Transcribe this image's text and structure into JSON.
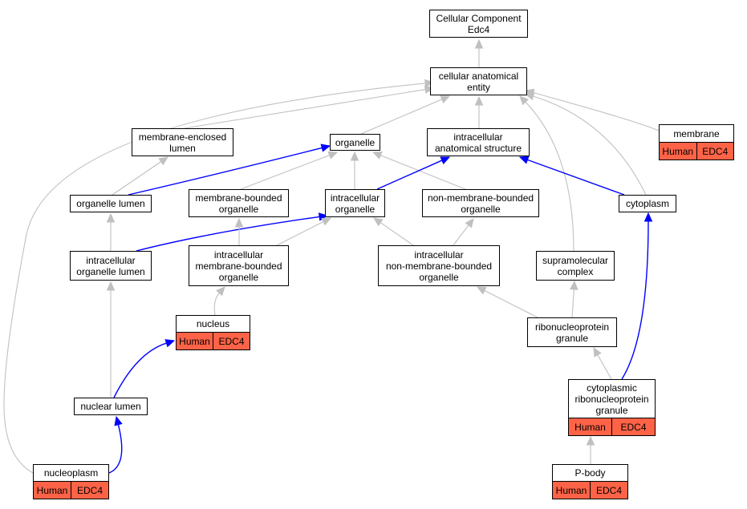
{
  "diagram": {
    "title": "Cellular Component\nEdc4",
    "nodes": {
      "root": {
        "label": "Cellular Component\nEdc4"
      },
      "cae": {
        "label": "cellular anatomical\nentity"
      },
      "mel": {
        "label": "membrane-enclosed\nlumen"
      },
      "organelle": {
        "label": "organelle"
      },
      "ias": {
        "label": "intracellular\nanatomical structure"
      },
      "membrane": {
        "label": "membrane",
        "annotation": [
          "Human",
          "EDC4"
        ]
      },
      "olumen": {
        "label": "organelle lumen"
      },
      "mbo": {
        "label": "membrane-bounded\norganelle"
      },
      "io": {
        "label": "intracellular\norganelle"
      },
      "nmbo": {
        "label": "non-membrane-bounded\norganelle"
      },
      "cytoplasm": {
        "label": "cytoplasm"
      },
      "iol": {
        "label": "intracellular\norganelle lumen"
      },
      "imbo": {
        "label": "intracellular\nmembrane-bounded\norganelle"
      },
      "inmbo": {
        "label": "intracellular\nnon-membrane-bounded\norganelle"
      },
      "supra": {
        "label": "supramolecular\ncomplex"
      },
      "nucleus": {
        "label": "nucleus",
        "annotation": [
          "Human",
          "EDC4"
        ]
      },
      "rnpg": {
        "label": "ribonucleoprotein\ngranule"
      },
      "nlumen": {
        "label": "nuclear lumen"
      },
      "crnpg": {
        "label": "cytoplasmic\nribonucleoprotein\ngranule",
        "annotation": [
          "Human",
          "EDC4"
        ]
      },
      "nucleoplasm": {
        "label": "nucleoplasm",
        "annotation": [
          "Human",
          "EDC4"
        ]
      },
      "pbody": {
        "label": "P-body",
        "annotation": [
          "Human",
          "EDC4"
        ]
      }
    },
    "edges": [
      {
        "from": "cae",
        "to": "root",
        "kind": "is_a"
      },
      {
        "from": "mel",
        "to": "cae",
        "kind": "is_a"
      },
      {
        "from": "organelle",
        "to": "cae",
        "kind": "is_a"
      },
      {
        "from": "ias",
        "to": "cae",
        "kind": "is_a"
      },
      {
        "from": "membrane",
        "to": "cae",
        "kind": "is_a"
      },
      {
        "from": "cytoplasm",
        "to": "cae",
        "kind": "is_a"
      },
      {
        "from": "supra",
        "to": "cae",
        "kind": "is_a"
      },
      {
        "from": "nucleoplasm",
        "to": "cae",
        "kind": "is_a"
      },
      {
        "from": "olumen",
        "to": "mel",
        "kind": "is_a"
      },
      {
        "from": "olumen",
        "to": "organelle",
        "kind": "part_of"
      },
      {
        "from": "mbo",
        "to": "organelle",
        "kind": "is_a"
      },
      {
        "from": "io",
        "to": "organelle",
        "kind": "is_a"
      },
      {
        "from": "nmbo",
        "to": "organelle",
        "kind": "is_a"
      },
      {
        "from": "io",
        "to": "ias",
        "kind": "part_of"
      },
      {
        "from": "cytoplasm",
        "to": "ias",
        "kind": "part_of"
      },
      {
        "from": "iol",
        "to": "olumen",
        "kind": "is_a"
      },
      {
        "from": "iol",
        "to": "io",
        "kind": "part_of"
      },
      {
        "from": "imbo",
        "to": "mbo",
        "kind": "is_a"
      },
      {
        "from": "imbo",
        "to": "io",
        "kind": "is_a"
      },
      {
        "from": "inmbo",
        "to": "io",
        "kind": "is_a"
      },
      {
        "from": "inmbo",
        "to": "nmbo",
        "kind": "is_a"
      },
      {
        "from": "nucleus",
        "to": "imbo",
        "kind": "is_a"
      },
      {
        "from": "rnpg",
        "to": "inmbo",
        "kind": "is_a"
      },
      {
        "from": "rnpg",
        "to": "supra",
        "kind": "is_a"
      },
      {
        "from": "nlumen",
        "to": "iol",
        "kind": "is_a"
      },
      {
        "from": "nlumen",
        "to": "nucleus",
        "kind": "part_of"
      },
      {
        "from": "crnpg",
        "to": "rnpg",
        "kind": "is_a"
      },
      {
        "from": "crnpg",
        "to": "cytoplasm",
        "kind": "part_of"
      },
      {
        "from": "nucleoplasm",
        "to": "nlumen",
        "kind": "part_of"
      },
      {
        "from": "pbody",
        "to": "crnpg",
        "kind": "is_a"
      }
    ],
    "colors": {
      "is_a_edge": "#c0c0c0",
      "part_of_edge": "#0000ff",
      "annotation_fill": "#ff6347",
      "node_border": "#000000",
      "node_fill": "#ffffff"
    }
  }
}
